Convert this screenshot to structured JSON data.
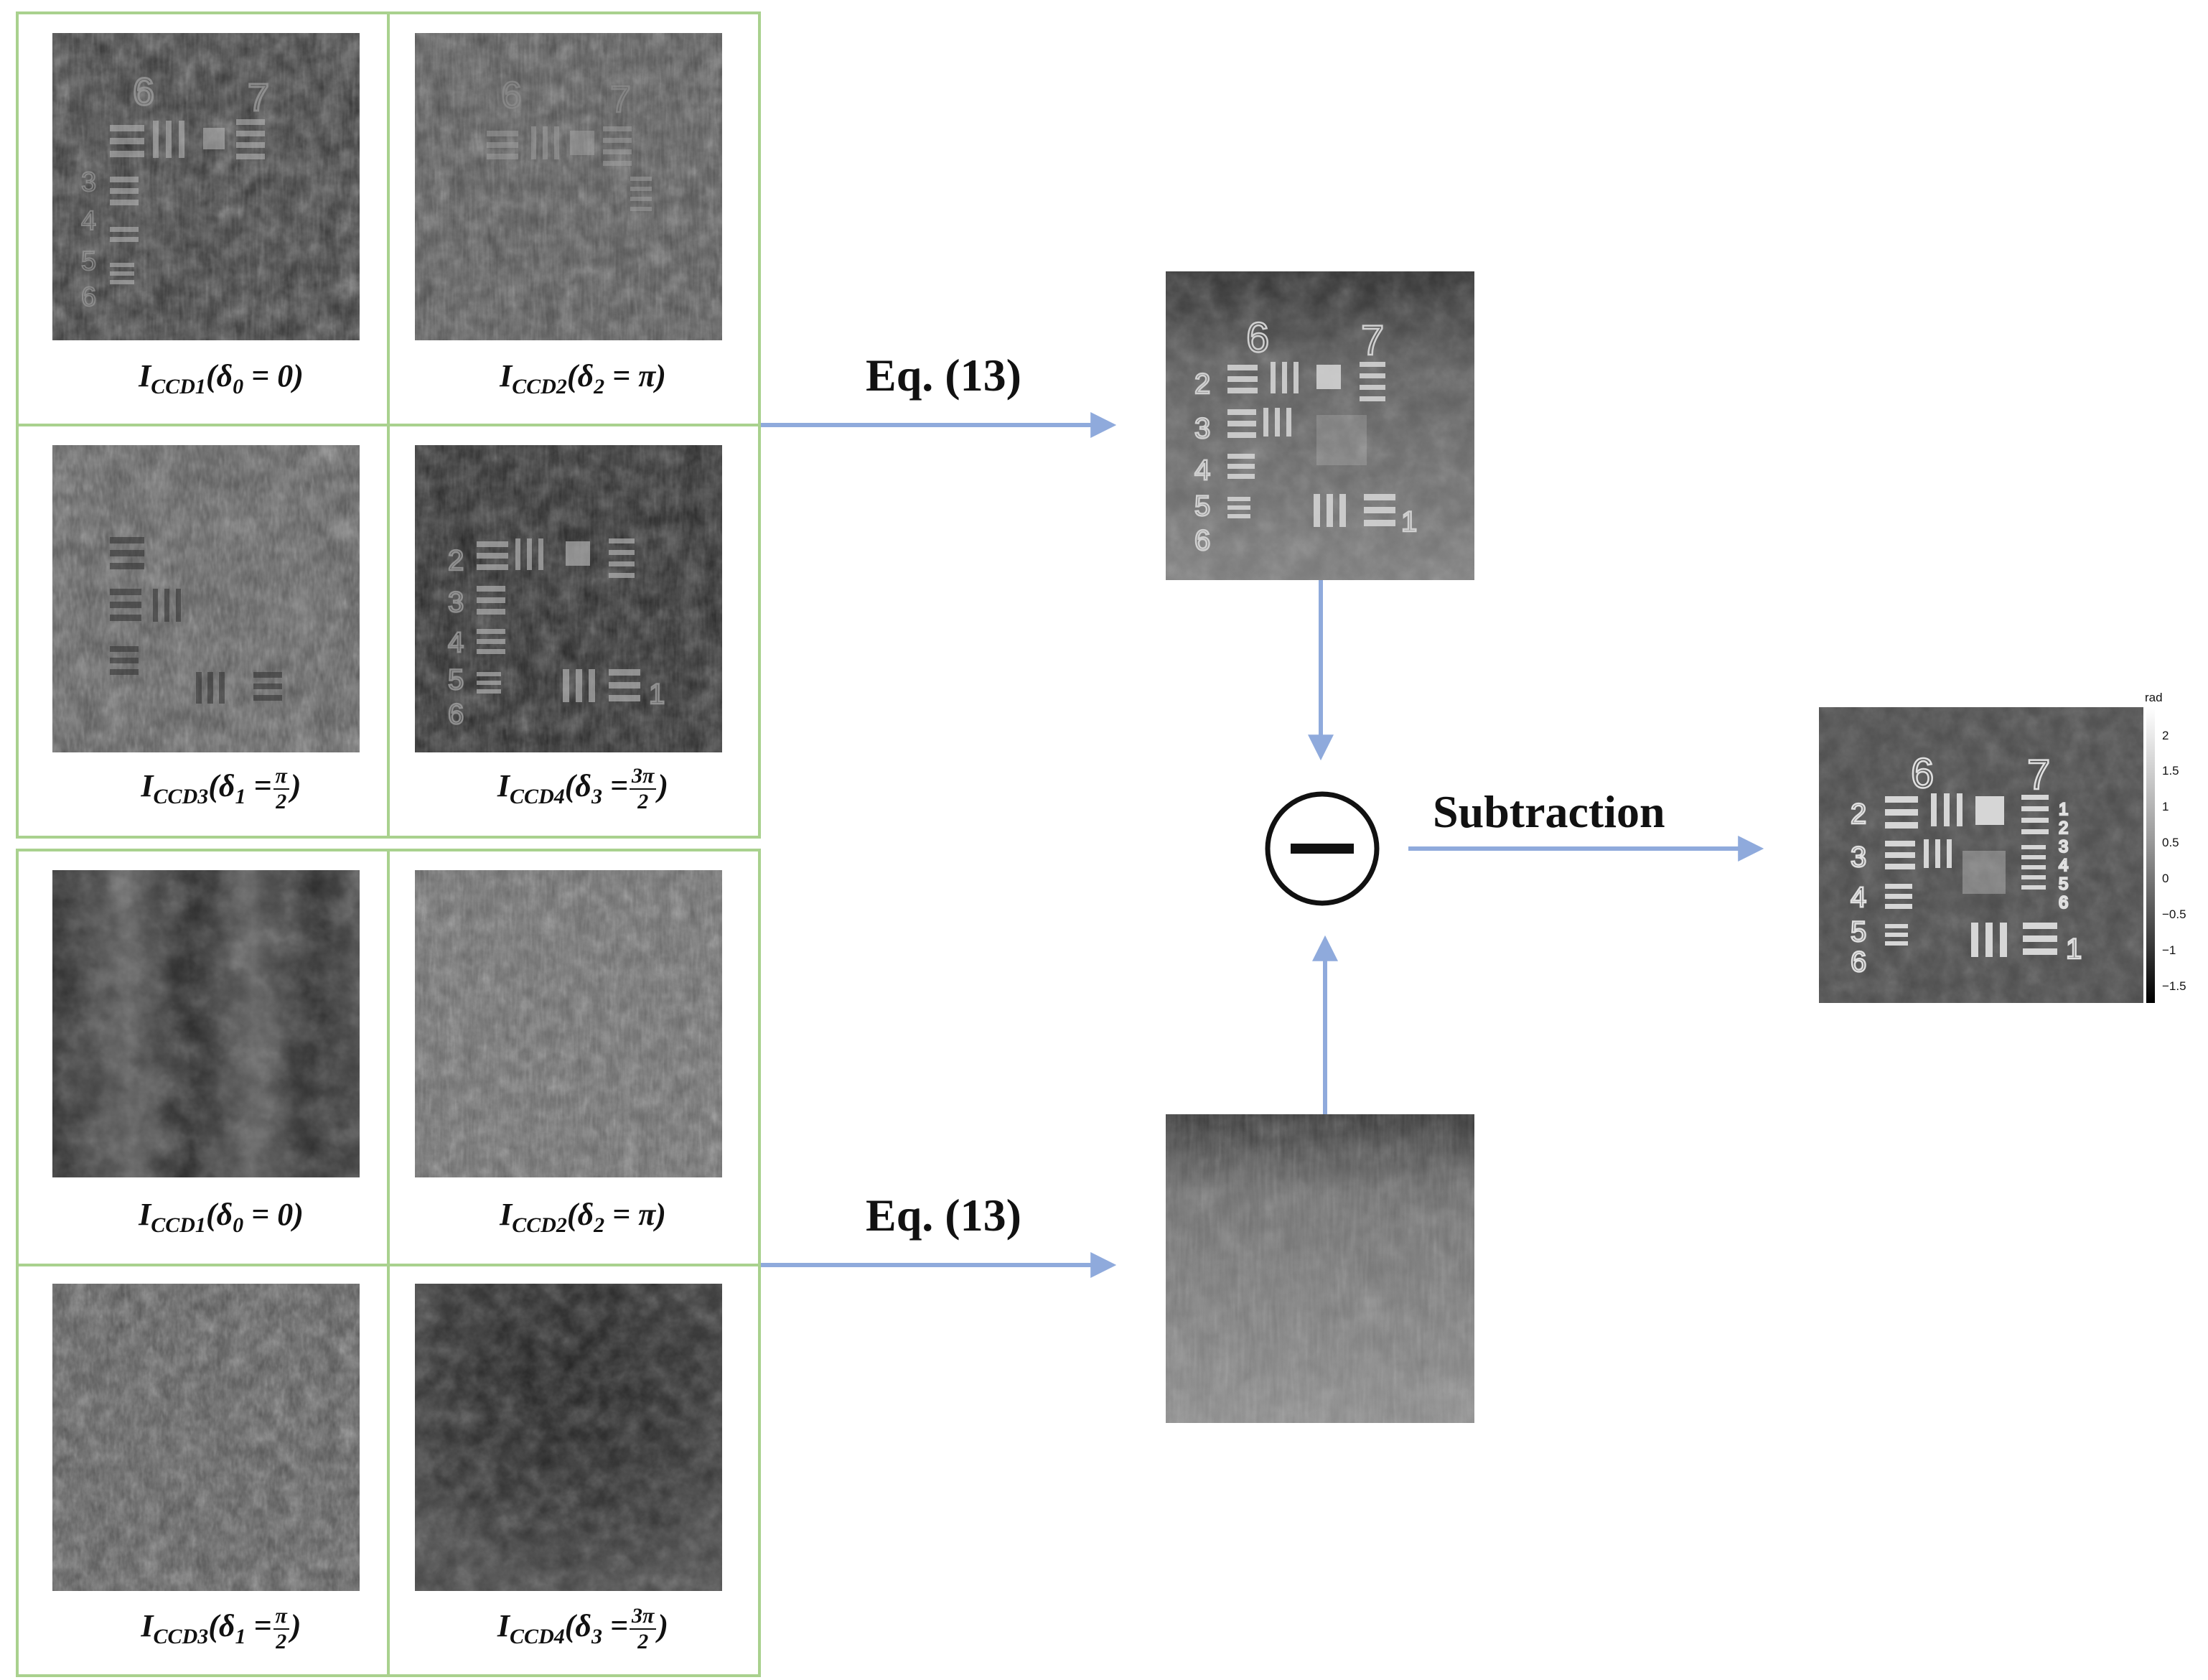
{
  "groups": [
    {
      "tiles": [
        {
          "label": "CCD1",
          "delta": "0",
          "value": "0",
          "kind": "plain"
        },
        {
          "label": "CCD2",
          "delta": "2",
          "value": "π",
          "kind": "plain"
        },
        {
          "label": "CCD3",
          "delta": "1",
          "value_num": "π",
          "value_den": "2",
          "kind": "frac"
        },
        {
          "label": "CCD4",
          "delta": "3",
          "value_num": "3π",
          "value_den": "2",
          "kind": "frac"
        }
      ]
    },
    {
      "tiles": [
        {
          "label": "CCD1",
          "delta": "0",
          "value": "0",
          "kind": "plain"
        },
        {
          "label": "CCD2",
          "delta": "2",
          "value": "π",
          "kind": "plain"
        },
        {
          "label": "CCD3",
          "delta": "1",
          "value_num": "π",
          "value_den": "2",
          "kind": "frac"
        },
        {
          "label": "CCD4",
          "delta": "3",
          "value_num": "3π",
          "value_den": "2",
          "kind": "frac"
        }
      ]
    }
  ],
  "symbols": {
    "intensity": "I",
    "delta": "δ",
    "equals": "=",
    "open": "(",
    "close": ")"
  },
  "arrows": {
    "top_label": "Eq. (13)",
    "bottom_label": "Eq. (13)",
    "subtraction_label": "Subtraction"
  },
  "target_digits": {
    "six": "6",
    "seven": "7",
    "rows": [
      "2",
      "3",
      "4",
      "5",
      "6"
    ],
    "one": "1",
    "right_rows": [
      "1",
      "2",
      "3",
      "4",
      "5",
      "6"
    ]
  },
  "colorbar": {
    "unit": "rad",
    "ticks": [
      "2",
      "1.5",
      "1",
      "0.5",
      "0",
      "−0.5",
      "−1",
      "−1.5"
    ]
  },
  "colors": {
    "frame": "#a9d18e",
    "arrow": "#8faadc",
    "ink": "#111111"
  }
}
